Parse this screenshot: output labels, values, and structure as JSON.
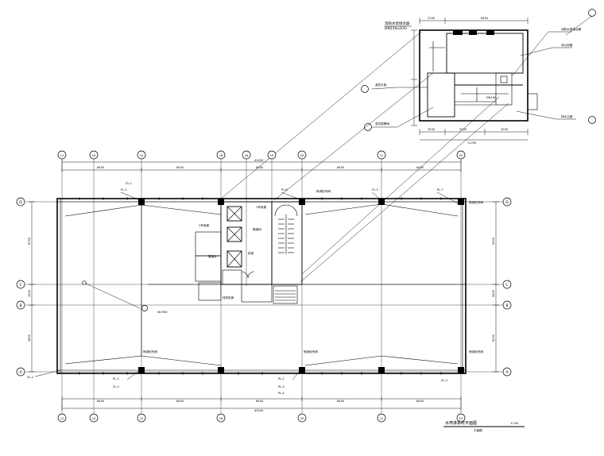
{
  "drawing": {
    "title": "水喷淋系统平面图",
    "scale": "1:100",
    "subtitle": "平面图",
    "overall_width": "43200",
    "column_grid": [
      "11",
      "14",
      "15",
      "16",
      "18",
      "19",
      "20",
      "21",
      "22"
    ],
    "bottom_grid": [
      "11",
      "14",
      "15",
      "18",
      "20",
      "22"
    ],
    "row_grid": [
      "D",
      "C",
      "B",
      "A"
    ],
    "top_spans": [
      "6400",
      "6400",
      "6400",
      "6400",
      "6400",
      "6400"
    ],
    "bottom_spans": [
      "6400",
      "6400",
      "6400",
      "6400",
      "6400",
      "6400"
    ],
    "right_dims": [
      "5200",
      "2400",
      "3200",
      "5200"
    ],
    "left_dims": [
      "8700",
      "1900",
      "3800"
    ],
    "pipe_labels_top": [
      "ZL-1",
      "PL-1",
      "PL-6",
      "ZL-2",
      "PL-7"
    ],
    "pipe_labels_bottom": [
      "PL-1",
      "ZL-2",
      "PL-2",
      "PL-3",
      "PL-4",
      "ZL-3"
    ],
    "note_labels": [
      "喷淋信号阀",
      "喷淋信号阀",
      "喷淋信号阀",
      "喷淋信号阀",
      "喷淋信号阀"
    ],
    "core_labels": [
      "1号电梯",
      "2号电梯",
      "前室",
      "楼梯间",
      "管道井",
      "排风机房"
    ],
    "elevation": "48.900"
  },
  "detail": {
    "note_title": "消防水泵接合器",
    "note_sub": "DN150x2(H)",
    "top_dims": [
      "2700",
      "6400"
    ],
    "bottom_dims": [
      "3200",
      "3200",
      "3200"
    ],
    "bottom_total": "11700",
    "center_label": "DN100",
    "leaders": [
      "消防水泵接合器",
      "消火栓箱",
      "排水立管",
      "减压孔板",
      "湿式报警阀"
    ]
  },
  "colors": {
    "ink": "#000000",
    "paper": "#ffffff"
  }
}
